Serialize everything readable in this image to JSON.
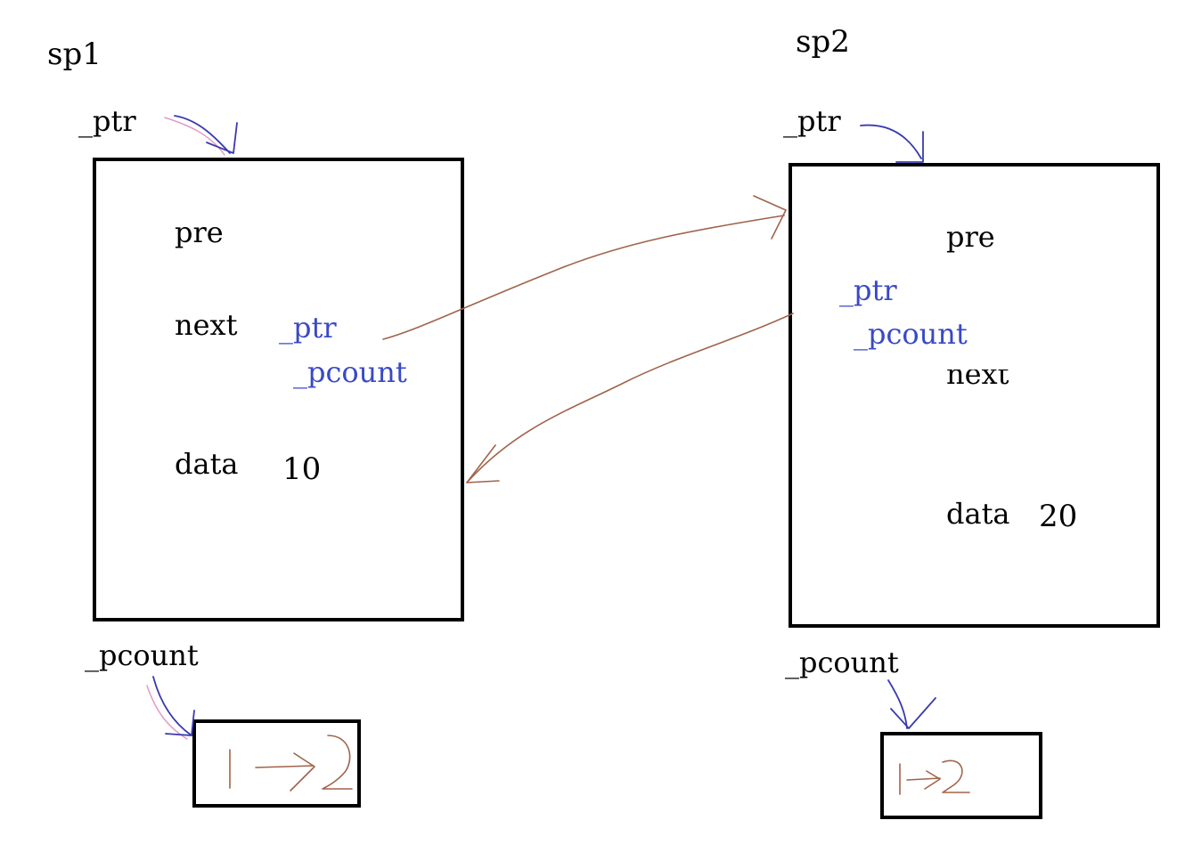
{
  "colors": {
    "line": "#000000",
    "member_pointer_text": "#3a49c6",
    "hand_arrow_blue": "#3a3ab0",
    "hand_arrow_pink": "#e49ac6",
    "hand_arrow_brown": "#a0634a"
  },
  "left": {
    "var_name": "sp1",
    "ptr_label": "_ptr",
    "pcount_label": "_pcount",
    "node": {
      "pre": "pre",
      "next": "next",
      "data": "data",
      "data_value": "10",
      "inner_ptr": "_ptr",
      "inner_pcount": "_pcount"
    },
    "count_note": "1→2"
  },
  "right": {
    "var_name": "sp2",
    "ptr_label": "_ptr",
    "pcount_label": "_pcount",
    "node": {
      "pre": "pre",
      "next": "next",
      "data": "data",
      "data_value": "20",
      "inner_ptr": "_ptr",
      "inner_pcount": "_pcount"
    },
    "count_note": "1→2"
  }
}
